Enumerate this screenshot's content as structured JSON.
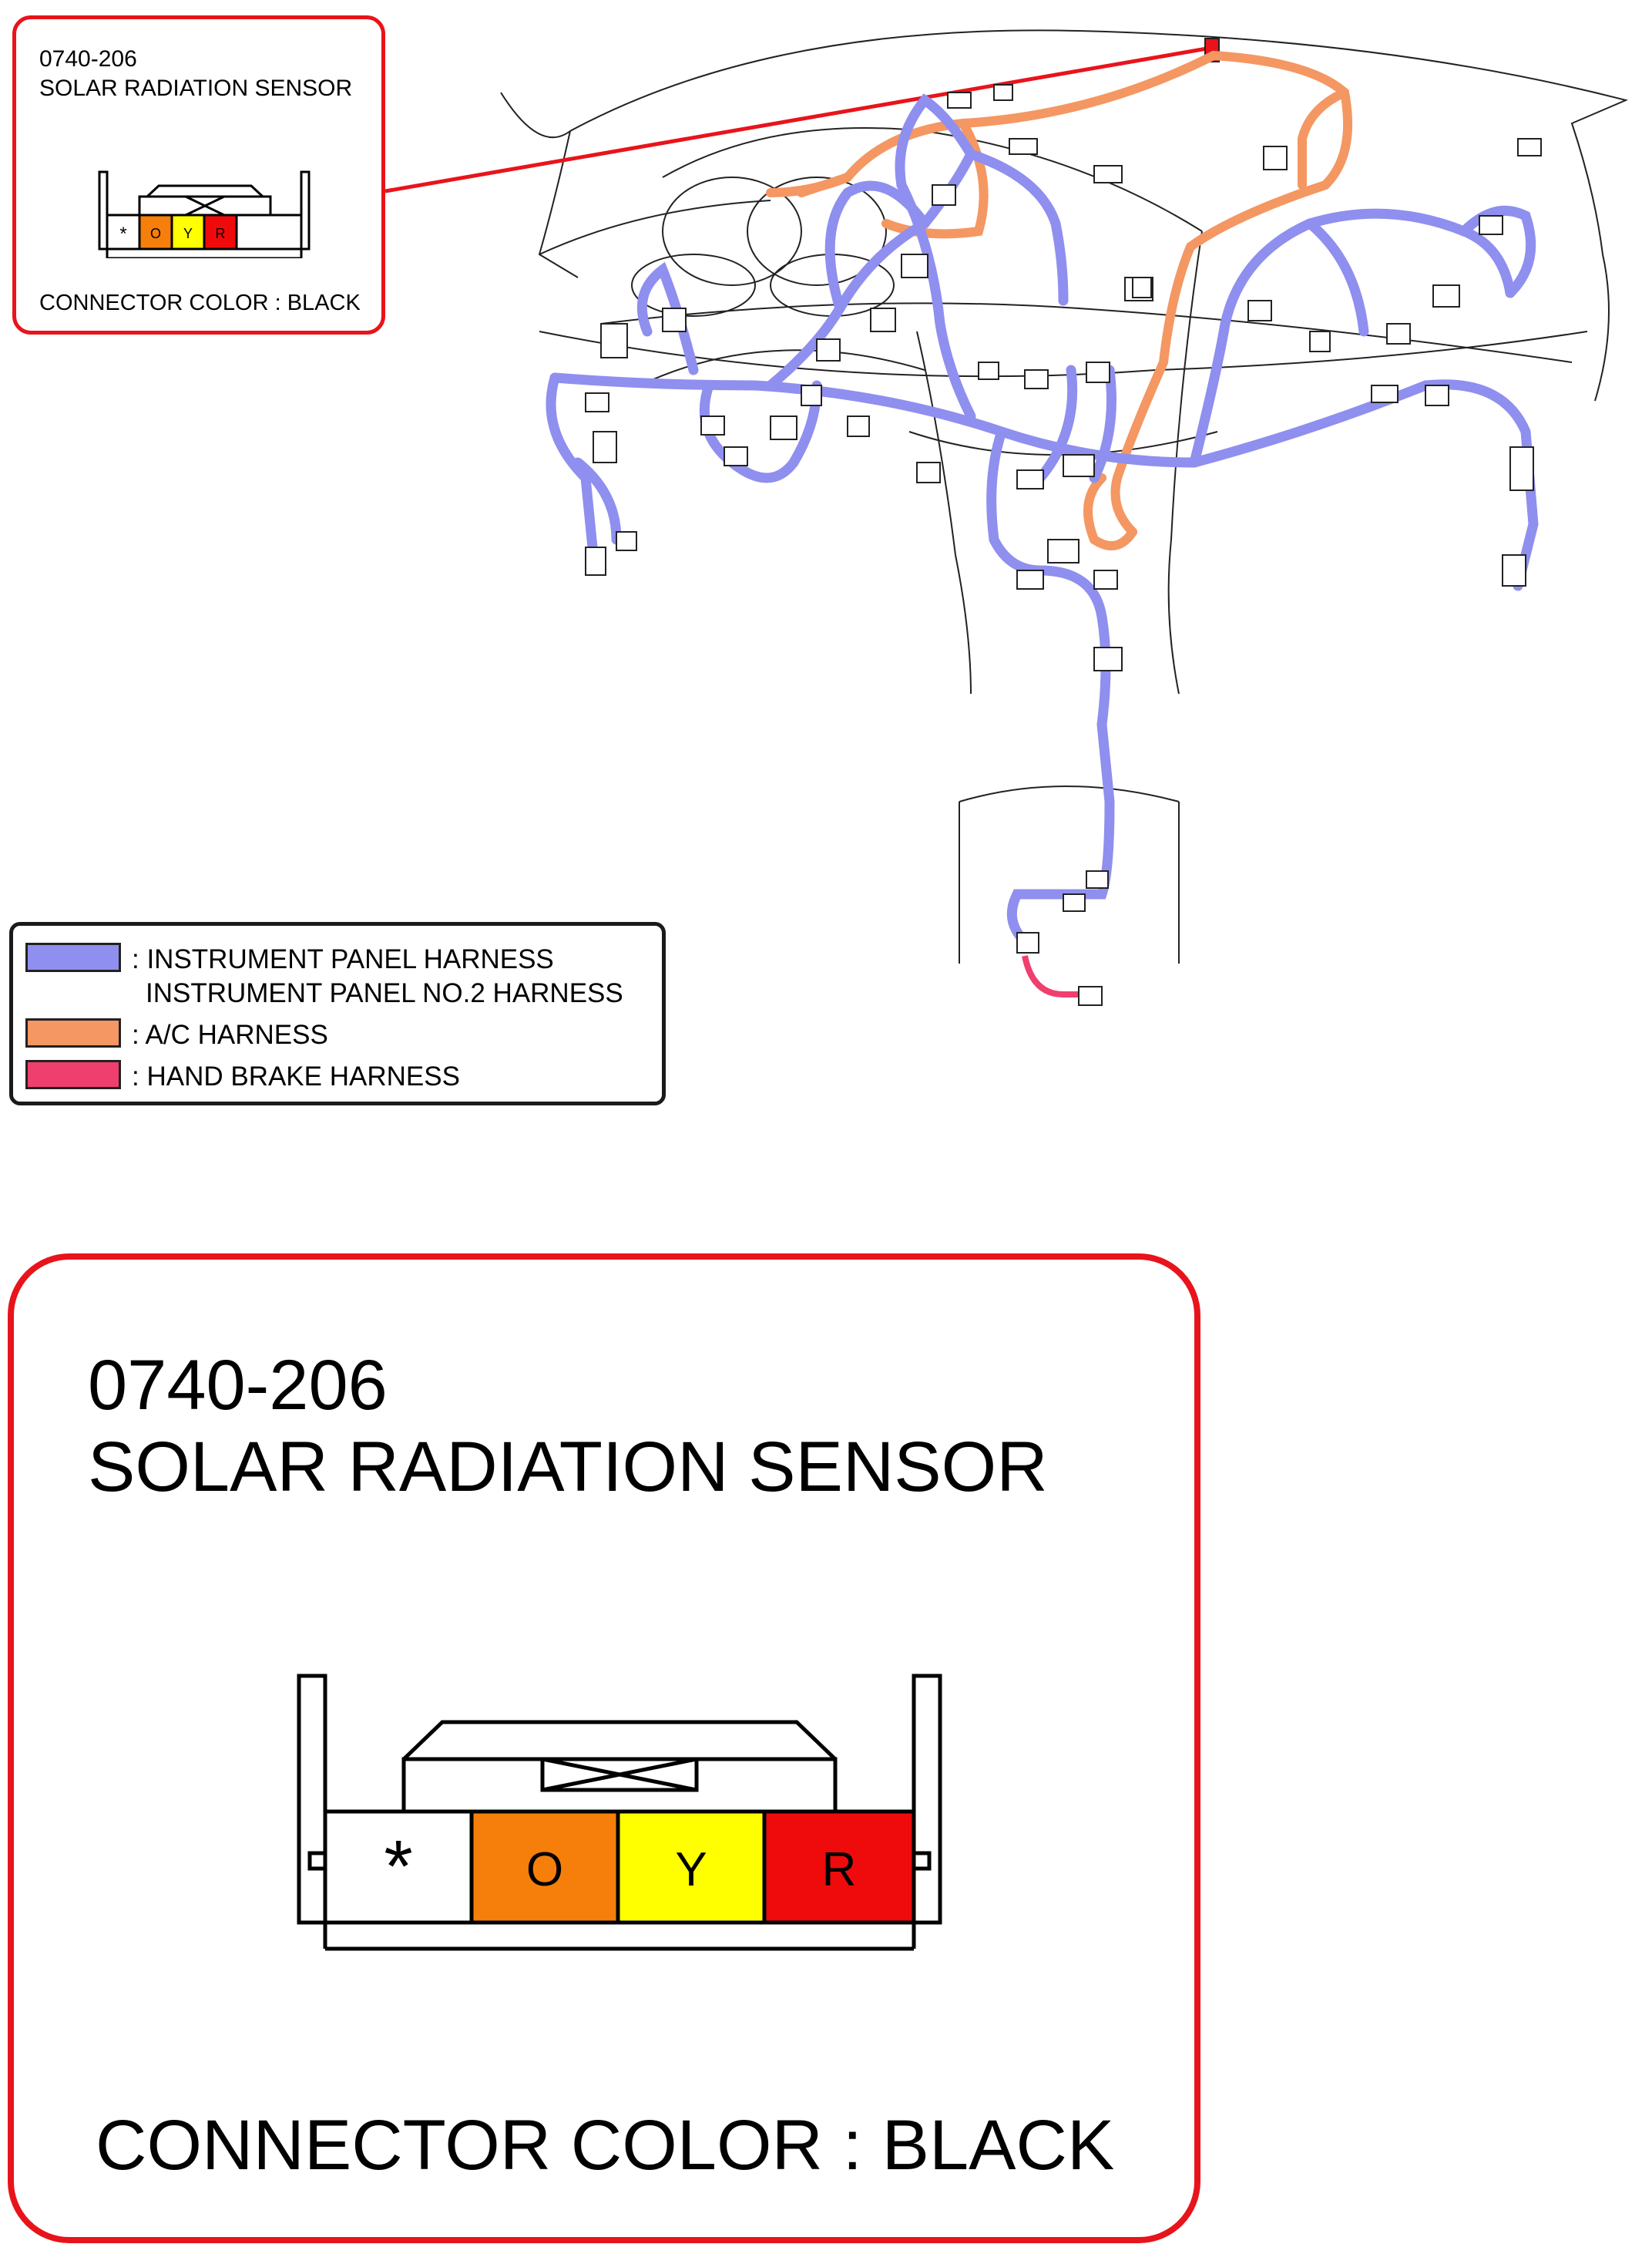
{
  "connector": {
    "code": "0740-206",
    "name": "SOLAR RADIATION SENSOR",
    "color_label": "CONNECTOR COLOR : BLACK",
    "pins": [
      {
        "label": "*",
        "fill": "#ffffff"
      },
      {
        "label": "O",
        "fill": "#f57f0a"
      },
      {
        "label": "Y",
        "fill": "#ffff00"
      },
      {
        "label": "R",
        "fill": "#ef0b0b"
      }
    ]
  },
  "legend": {
    "items": [
      {
        "color": "#8f8fef",
        "lines": [
          ": INSTRUMENT PANEL HARNESS",
          "INSTRUMENT PANEL NO.2 HARNESS"
        ]
      },
      {
        "color": "#f49762",
        "lines": [
          ": A/C HARNESS"
        ]
      },
      {
        "color": "#ef3f6e",
        "lines": [
          ": HAND BRAKE HARNESS"
        ]
      }
    ]
  },
  "colors": {
    "callout_border": "#e8141b",
    "instrument_panel_harness": "#8f8fef",
    "ac_harness": "#f49762",
    "hand_brake_harness": "#ef3f6e"
  }
}
